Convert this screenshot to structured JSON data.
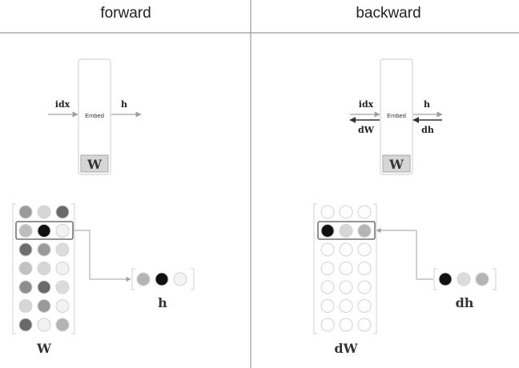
{
  "panels": {
    "forward": {
      "title": "forward",
      "block_label": "Embed",
      "weight_label": "W",
      "input_label": "idx",
      "output_label": "h",
      "matrix_label": "W",
      "vector_label": "h",
      "matrix_colors": [
        [
          "#9a9a9a",
          "#d6d6d6",
          "#6a6a6a"
        ],
        [
          "#bdbdbd",
          "#111111",
          "#f2f2f2"
        ],
        [
          "#6e6e6e",
          "#9a9a9a",
          "#dcdcdc"
        ],
        [
          "#c2c2c2",
          "#d6d6d6",
          "#f2f2f2"
        ],
        [
          "#8e8e8e",
          "#6a6a6a",
          "#dcdcdc"
        ],
        [
          "#d6d6d6",
          "#9a9a9a",
          "#f2f2f2"
        ],
        [
          "#6a6a6a",
          "#f2f2f2",
          "#b4b4b4"
        ]
      ],
      "vector_colors": [
        "#b4b4b4",
        "#111111",
        "#f4f4f4"
      ]
    },
    "backward": {
      "title": "backward",
      "block_label": "Embed",
      "weight_label": "W",
      "input_label": "idx",
      "output_label": "h",
      "input_grad_label": "dW",
      "output_grad_label": "dh",
      "matrix_label": "dW",
      "vector_label": "dh",
      "matrix_colors": [
        [
          "#ffffff",
          "#ffffff",
          "#ffffff"
        ],
        [
          "#111111",
          "#d6d6d6",
          "#b4b4b4"
        ],
        [
          "#ffffff",
          "#ffffff",
          "#ffffff"
        ],
        [
          "#ffffff",
          "#ffffff",
          "#ffffff"
        ],
        [
          "#ffffff",
          "#ffffff",
          "#ffffff"
        ],
        [
          "#ffffff",
          "#ffffff",
          "#ffffff"
        ],
        [
          "#ffffff",
          "#ffffff",
          "#ffffff"
        ]
      ],
      "vector_colors": [
        "#111111",
        "#dcdcdc",
        "#b4b4b4"
      ]
    }
  }
}
